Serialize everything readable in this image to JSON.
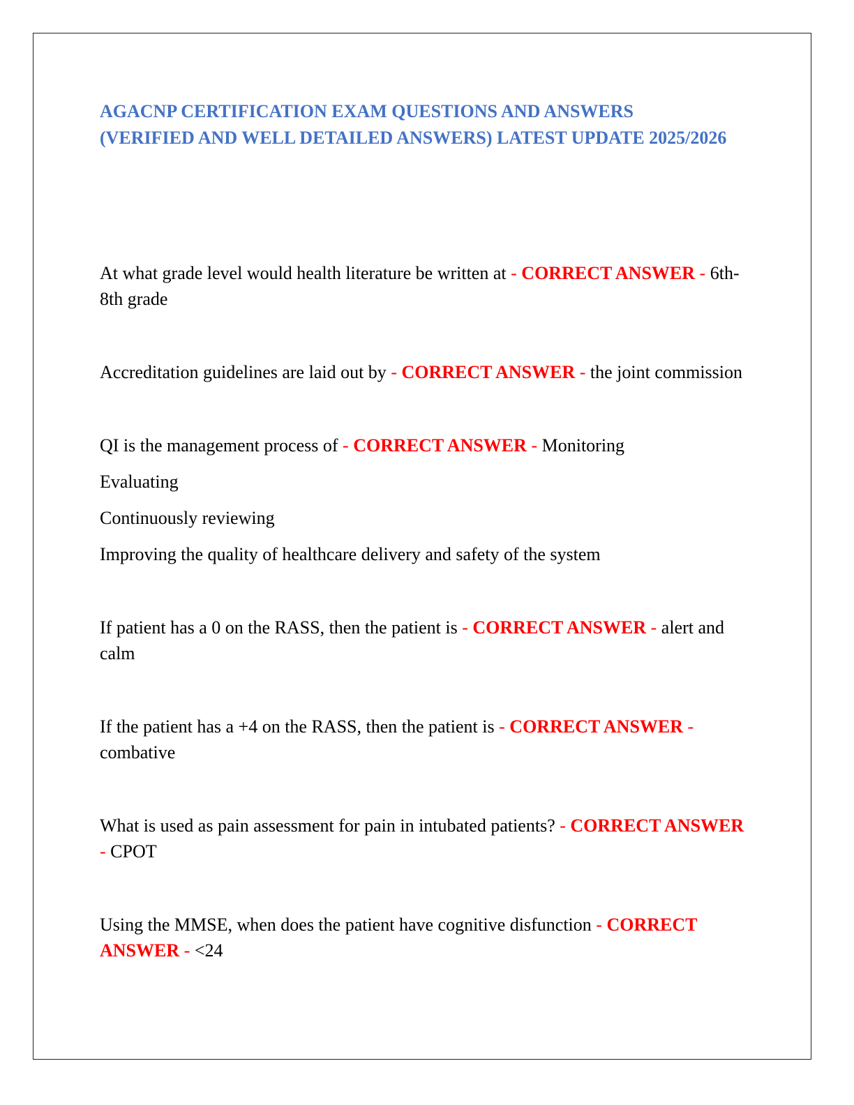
{
  "document": {
    "title": "AGACNP CERTIFICATION EXAM QUESTIONS AND ANSWERS (VERIFIED AND WELL DETAILED ANSWERS) LATEST UPDATE 2025/2026",
    "answer_label": "CORRECT ANSWER",
    "separator": "-",
    "colors": {
      "title": "#4472c4",
      "answer_label": "#ff0000",
      "body": "#000000"
    }
  },
  "items": [
    {
      "question": "At what grade level would health literature be written at",
      "answer": "6th-8th grade",
      "extra_lines": []
    },
    {
      "question": "Accreditation guidelines are laid out by",
      "answer": "the joint commission",
      "extra_lines": []
    },
    {
      "question": "QI is the management process of",
      "answer": "Monitoring",
      "extra_lines": [
        "Evaluating",
        "Continuously reviewing",
        "Improving the quality of healthcare delivery and safety of the system"
      ]
    },
    {
      "question": "If patient has a 0 on the RASS, then the patient is",
      "answer": "alert and calm",
      "extra_lines": []
    },
    {
      "question": "If the patient has a +4 on the RASS, then the patient is",
      "answer": "combative",
      "extra_lines": []
    },
    {
      "question": "What is used as pain assessment for pain in intubated patients?",
      "answer": "CPOT",
      "extra_lines": []
    },
    {
      "question": "Using the MMSE, when does the patient have cognitive disfunction",
      "answer": "<24",
      "extra_lines": []
    }
  ]
}
